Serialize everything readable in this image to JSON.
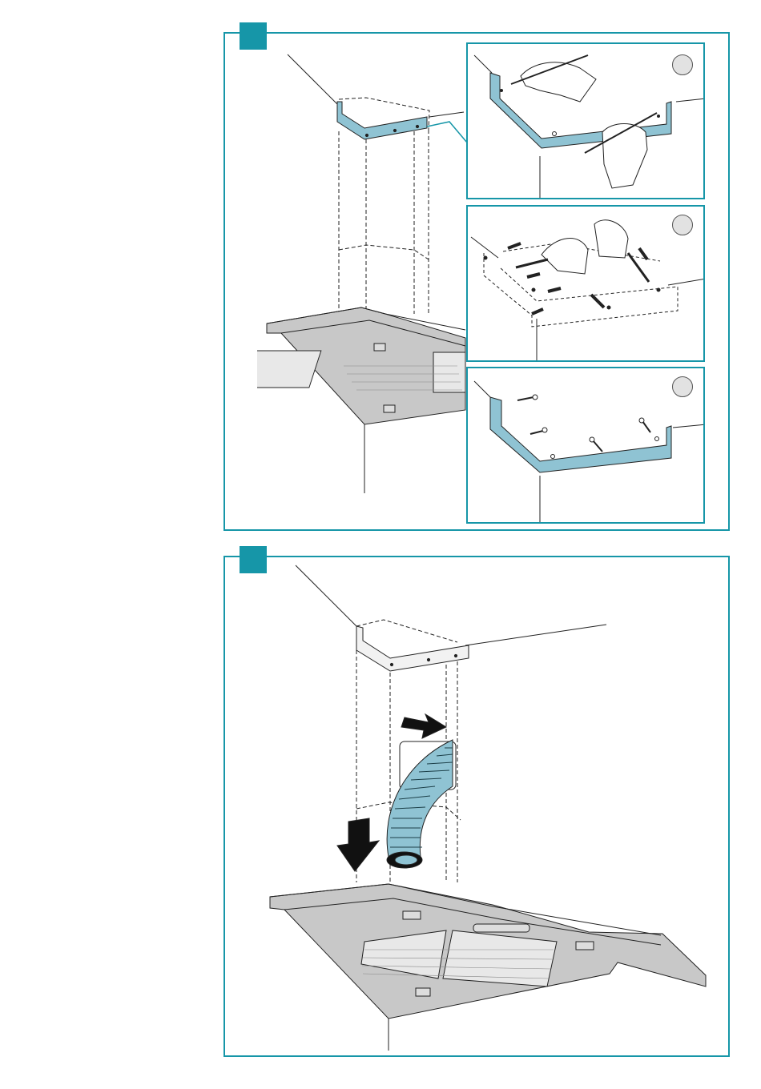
{
  "steps": [
    {
      "number": "",
      "substeps": [
        {
          "number": "",
          "illustration": "mark-drill-holes"
        },
        {
          "number": "",
          "illustration": "drill-and-insert-plugs"
        },
        {
          "number": "",
          "illustration": "screw-bracket-to-wall"
        }
      ],
      "illustration": "corner-hood-with-chimney-bracket"
    },
    {
      "number": "",
      "illustration": "connect-flexible-duct-and-lower-chimney"
    }
  ],
  "colors": {
    "accent": "#1696a8",
    "part_fill": "#8fc3d3",
    "hood_fill": "#c8c8c8",
    "line": "#222222"
  }
}
